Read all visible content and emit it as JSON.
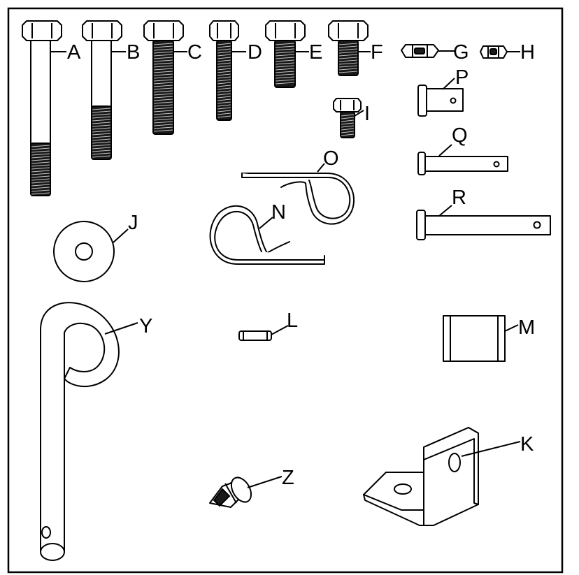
{
  "labels": {
    "A": "A",
    "B": "B",
    "C": "C",
    "D": "D",
    "E": "E",
    "F": "F",
    "G": "G",
    "H": "H",
    "I": "I",
    "J": "J",
    "K": "K",
    "L": "L",
    "M": "M",
    "N": "N",
    "O": "O",
    "P": "P",
    "Q": "Q",
    "R": "R",
    "Y": "Y",
    "Z": "Z"
  },
  "colors": {
    "line": "#000000",
    "background": "#ffffff",
    "thread": "#1a1a1a"
  }
}
